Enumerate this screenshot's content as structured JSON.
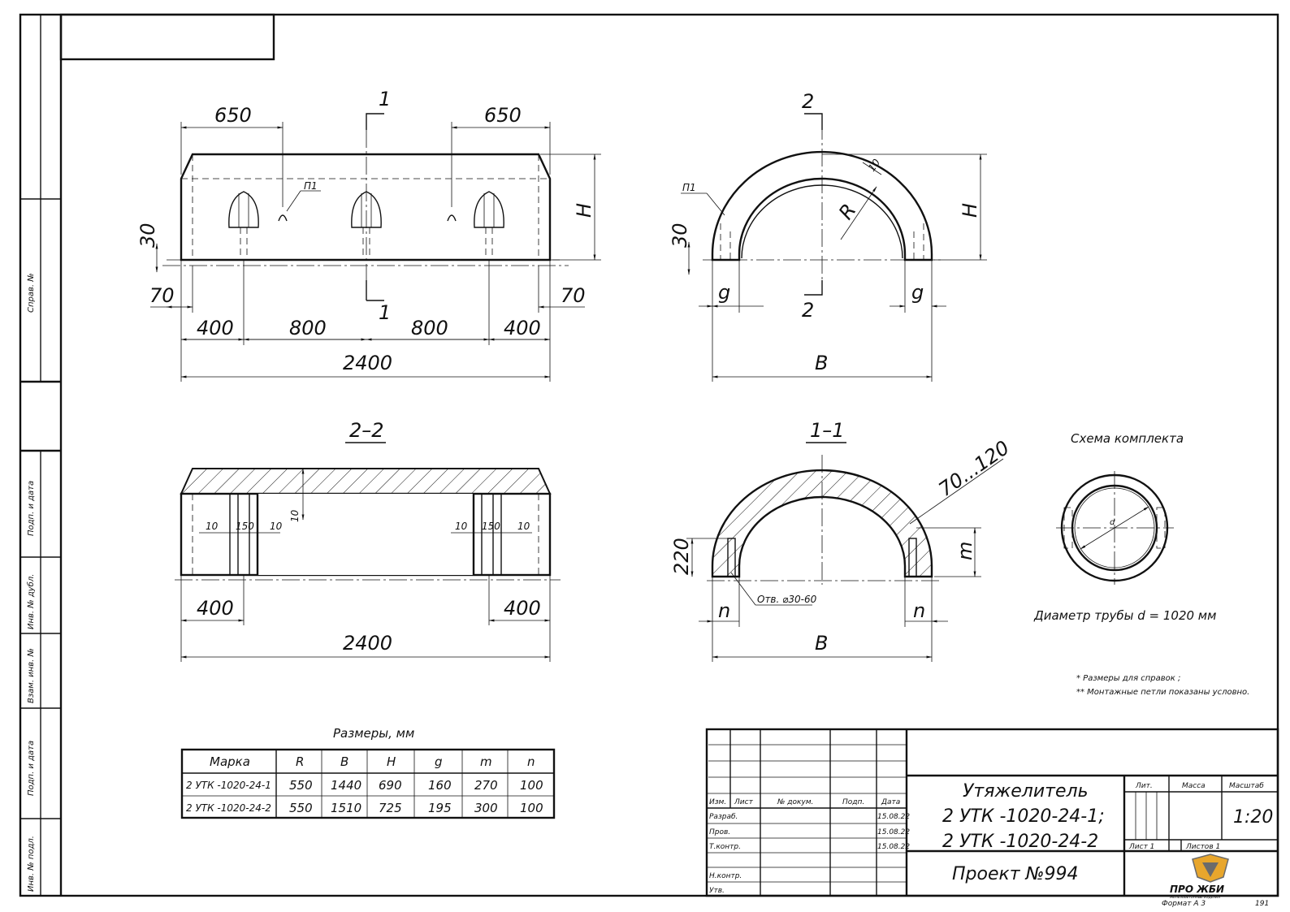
{
  "side_stamp": {
    "sprav": "Справ. №",
    "podp1": "Подп. и дата",
    "inv_dubl": "Инв. № дубл.",
    "vzam": "Взам. инв. №",
    "podp2": "Подп. и дата",
    "inv_podl": "Инв. № подл."
  },
  "view_front": {
    "dims": {
      "left_650": "650",
      "right_650": "650",
      "section_1_top": "1",
      "section_1_bottom": "1",
      "h": "H",
      "d30": "30",
      "left_70": "70",
      "right_70": "70",
      "b400_left": "400",
      "b800_left": "800",
      "b800_right": "800",
      "b400_right": "400",
      "total": "2400"
    },
    "p1": "П1"
  },
  "view_end": {
    "dims": {
      "sec2_top": "2",
      "sec2_bottom": "2",
      "d10": "10",
      "r": "R",
      "h": "H",
      "d30": "30",
      "g_left": "g",
      "g_right": "g",
      "b": "B"
    },
    "p1": "П1"
  },
  "section_22": {
    "title": "2–2",
    "dims": {
      "d10_top": "10",
      "l10a": "10",
      "l150": "150",
      "l10b": "10",
      "r10a": "10",
      "r150": "150",
      "r10b": "10",
      "b400_left": "400",
      "b400_right": "400",
      "total": "2400"
    }
  },
  "section_11": {
    "title": "1–1",
    "dims": {
      "d70_120": "70...120",
      "d220": "220",
      "m": "m",
      "n_left": "n",
      "n_right": "n",
      "b": "B"
    },
    "hole_note": "Отв. ⌀30-60"
  },
  "kit_scheme": {
    "title": "Схема комплекта",
    "d_label": "d",
    "pipe_note": "Диаметр трубы  d = 1020  мм"
  },
  "notes": [
    "* Размеры для справок ;",
    "** Монтажные петли показаны условно."
  ],
  "dims_table": {
    "caption": "Размеры, мм",
    "headers": [
      "Марка",
      "R",
      "B",
      "H",
      "g",
      "m",
      "n"
    ],
    "rows": [
      [
        "2 УТК -1020-24-1",
        "550",
        "1440",
        "690",
        "160",
        "270",
        "100"
      ],
      [
        "2 УТК -1020-24-2",
        "550",
        "1510",
        "725",
        "195",
        "300",
        "100"
      ]
    ]
  },
  "title_block": {
    "col_headers": {
      "izm": "Изм.",
      "list": "Лист",
      "ndoc": "№ докум.",
      "podp": "Подп.",
      "data": "Дата"
    },
    "roles": [
      {
        "role": "Разраб.",
        "date": "15.08.22"
      },
      {
        "role": "Пров.",
        "date": "15.08.22"
      },
      {
        "role": "Т.контр.",
        "date": "15.08.22"
      },
      {
        "role": "Н.контр.",
        "date": ""
      },
      {
        "role": "Утв.",
        "date": ""
      }
    ],
    "name_line1": "Утяжелитель",
    "name_line2": "2 УТК -1020-24-1;",
    "name_line3": "2 УТК -1020-24-2",
    "project": "Проект  №994",
    "lit": "Лит.",
    "massa": "Масса",
    "masshtab": "Масштаб",
    "scale": "1:20",
    "sheet": "Лист  1",
    "sheets": "Листов  1",
    "logo_text": "ПРО ЖБИ",
    "logo_sub": "ЖЕЛЕЗОБЕТОННЫЕ ИЗДЕЛИЯ",
    "format": "Формат А 3",
    "page_num": "191"
  }
}
